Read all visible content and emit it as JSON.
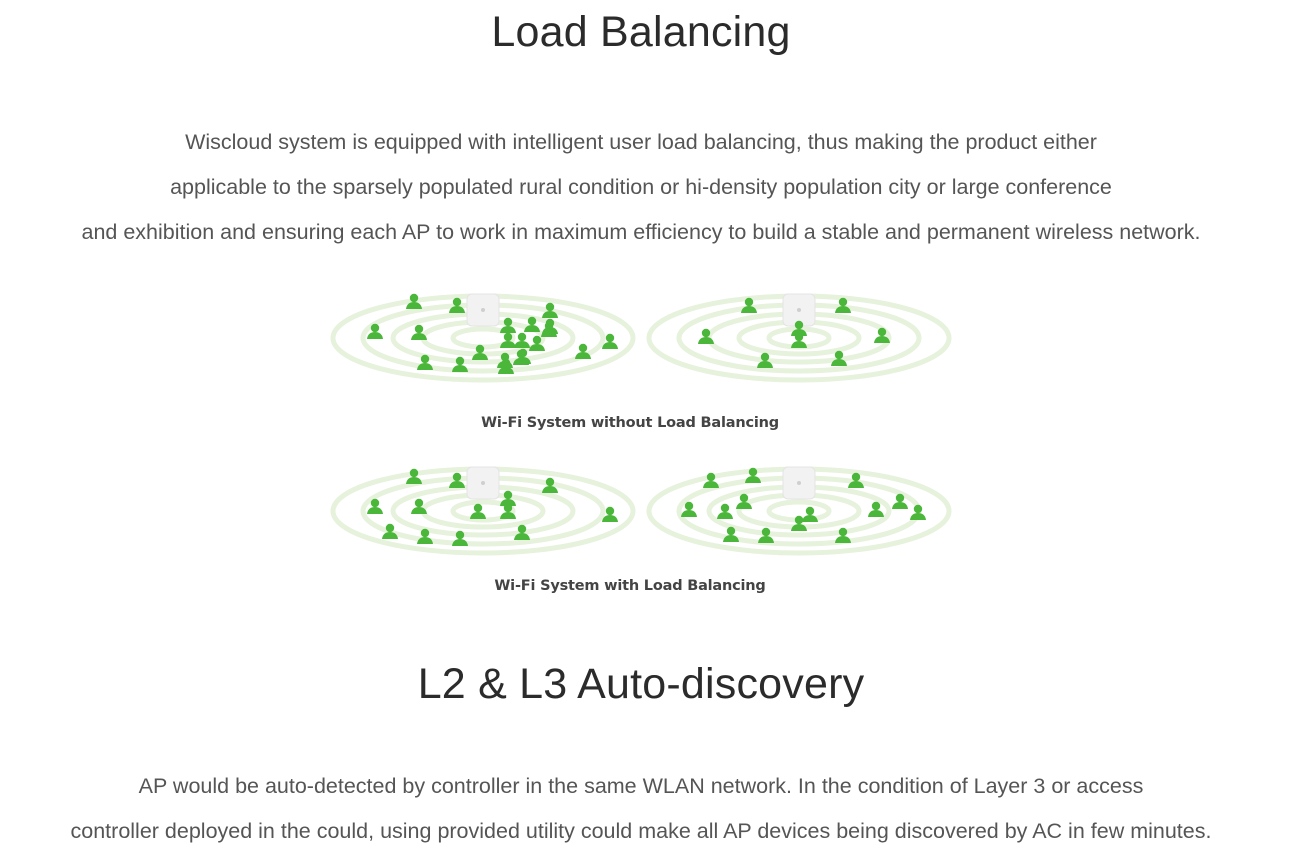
{
  "load_balancing": {
    "title": "Load Balancing",
    "description_lines": [
      "Wiscloud system is equipped with intelligent user load balancing, thus making the product either",
      "applicable to the sparsely populated rural condition or hi-density population city or large conference",
      "and exhibition and ensuring each AP to work in maximum efficiency to build a stable and permanent wireless network."
    ],
    "diagram_without": {
      "caption": "Wi-Fi System without Load Balancing",
      "left_cell_users": 21,
      "right_cell_users": 8
    },
    "diagram_with": {
      "caption": "Wi-Fi System with Load Balancing",
      "left_cell_users": 13,
      "right_cell_users": 14
    }
  },
  "auto_discovery": {
    "title": "L2 & L3 Auto-discovery",
    "description_lines": [
      "AP would be auto-detected by controller in the same WLAN network. In the condition of Layer 3 or access",
      "controller deployed in the could, using provided utility could make all AP devices being discovered by AC in few minutes."
    ]
  },
  "colors": {
    "ring": "#e6f2dc",
    "user": "#4ab73a",
    "ap": "#f2f2f2"
  },
  "icons": {
    "user": "user-icon",
    "access_point": "access-point-icon"
  }
}
